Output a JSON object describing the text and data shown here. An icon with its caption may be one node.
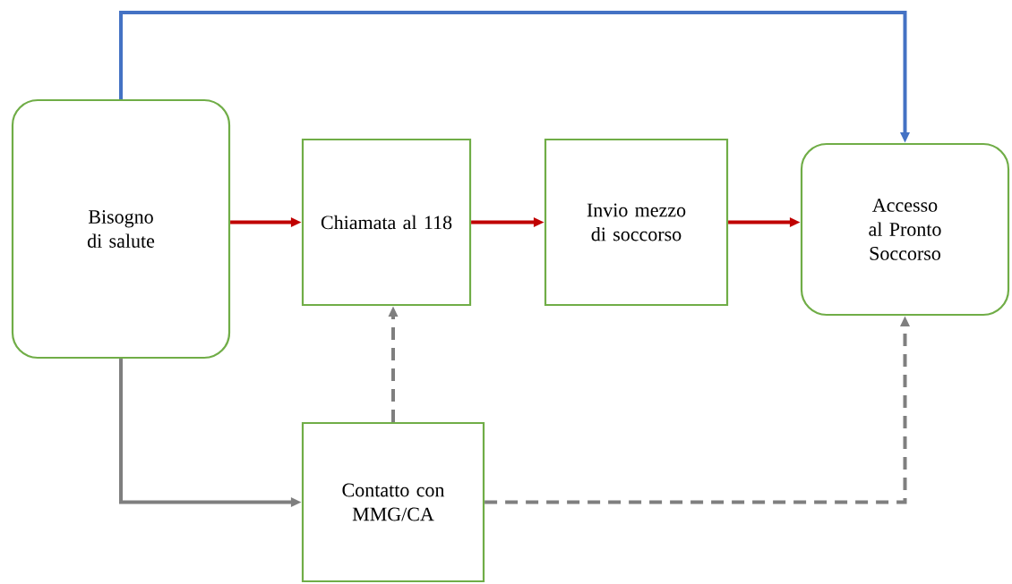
{
  "diagram": {
    "nodes": [
      {
        "text": [
          "Bisogno di salute"
        ]
      },
      {
        "text": [
          "Chiamata al 118"
        ]
      },
      {
        "text": [
          "Invio mezzo di soccorso"
        ]
      },
      {
        "text": [
          "Accesso al Pronto Soccorso"
        ]
      },
      {
        "text": [
          "Contatto con MMG/CA"
        ]
      }
    ],
    "edges": [
      {
        "from": 0,
        "to": 1,
        "arrow": "to",
        "color": "#c00000"
      },
      {
        "from": 1,
        "to": 2,
        "arrow": "to",
        "color": "#c00000"
      },
      {
        "from": 2,
        "to": 3,
        "arrow": "to",
        "color": "#c00000"
      },
      {
        "from": 0,
        "to": 3,
        "arrow": "to",
        "color": "#4472c4"
      },
      {
        "from": 0,
        "to": 4,
        "arrow": "to",
        "color": "#7f7f7f"
      },
      {
        "from": 4,
        "to": 1,
        "arrow": "to",
        "style": "dashed",
        "color": "#7f7f7f"
      },
      {
        "from": 4,
        "to": 3,
        "arrow": "to",
        "style": "dashed",
        "color": "#7f7f7f"
      }
    ]
  }
}
